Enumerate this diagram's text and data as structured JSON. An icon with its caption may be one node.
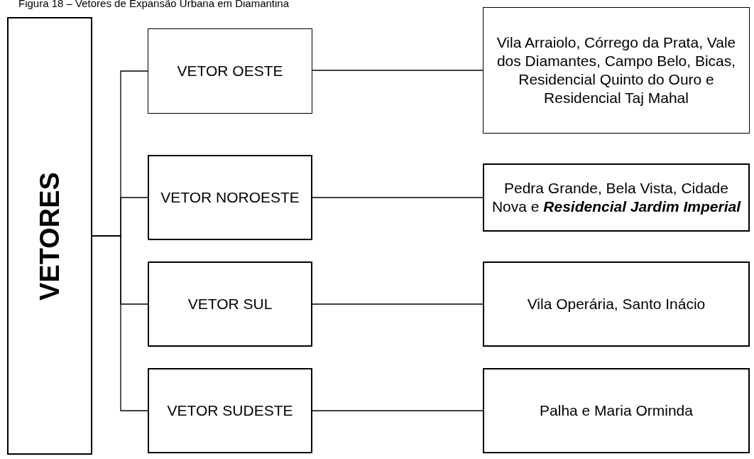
{
  "diagram": {
    "title": "Figura 18 – Vetores de Expansão Urbana em Diamantina",
    "nodes": [
      {
        "text": [
          "VETORES"
        ]
      },
      {
        "text": [
          "VETOR OESTE"
        ]
      },
      {
        "text": [
          "Vila Arraiolo, Córrego da Prata, Vale dos Diamantes, Campo Belo, Bicas, Residencial Quinto do Ouro e Residencial Taj Mahal"
        ]
      },
      {
        "text": [
          "VETOR NOROESTE"
        ]
      },
      {
        "text": [
          "Pedra Grande, Bela Vista, Cidade Nova e **Residencial Jardim Imperial**"
        ]
      },
      {
        "text": [
          "VETOR SUL"
        ]
      },
      {
        "text": [
          "Vila Operária, Santo Inácio"
        ]
      },
      {
        "text": [
          "VETOR SUDESTE"
        ]
      },
      {
        "text": [
          "Palha e Maria Orminda"
        ]
      }
    ],
    "edges": [
      {
        "from": 0,
        "to": 1,
        "arrow": "none"
      },
      {
        "from": 0,
        "to": 3,
        "arrow": "none"
      },
      {
        "from": 0,
        "to": 5,
        "arrow": "none"
      },
      {
        "from": 0,
        "to": 7,
        "arrow": "none"
      },
      {
        "from": 1,
        "to": 2,
        "arrow": "none"
      },
      {
        "from": 3,
        "to": 4,
        "arrow": "none"
      },
      {
        "from": 5,
        "to": 6,
        "arrow": "none"
      },
      {
        "from": 7,
        "to": 8,
        "arrow": "none"
      }
    ]
  }
}
